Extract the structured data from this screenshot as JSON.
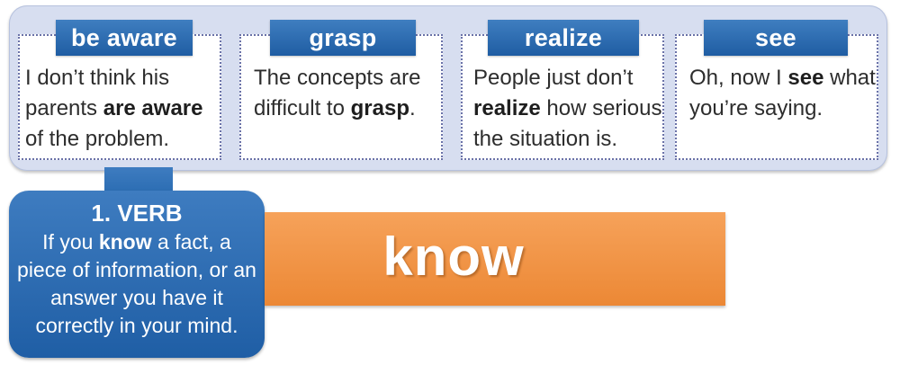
{
  "cards": [
    {
      "tag": "be aware",
      "pre": "I don’t think his parents ",
      "bold": "are aware",
      "post": " of the problem."
    },
    {
      "tag": "grasp",
      "pre": "The concepts are difficult to ",
      "bold": "grasp",
      "post": "."
    },
    {
      "tag": "realize",
      "pre": "People just don’t ",
      "bold": "realize",
      "post": " how serious the situation is."
    },
    {
      "tag": "see",
      "pre": "Oh, now I ",
      "bold": "see",
      "post": " what you’re saying."
    }
  ],
  "definition": {
    "title": "1. VERB",
    "pre": "If you ",
    "bold": "know",
    "post": " a fact, a piece of information, or an answer you have it correctly in your mind."
  },
  "headword": "know",
  "colors": {
    "panel": "#d7def0",
    "blue": "#2a6cb2",
    "orange": "#ec8835",
    "card_border": "#6a72a8"
  }
}
